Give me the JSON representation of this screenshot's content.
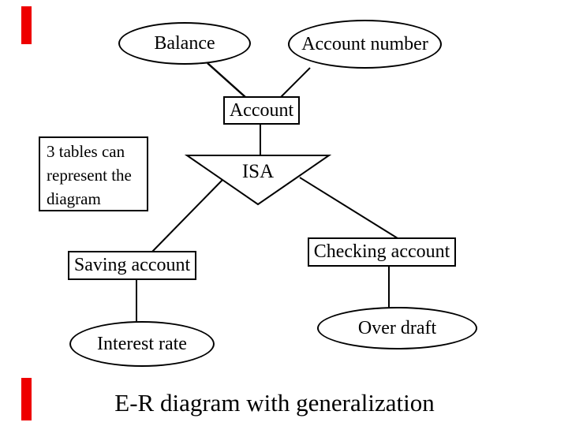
{
  "slide": {
    "title": "E-R diagram with generalization",
    "accent_color": "#ee0000",
    "note_box": {
      "text": "3 tables can represent the diagram",
      "lines": [
        "3 tables can",
        "represent the",
        "diagram"
      ]
    },
    "nodes": {
      "balance": {
        "label": "Balance",
        "shape": "ellipse",
        "role": "attribute"
      },
      "account_number": {
        "label": "Account number",
        "shape": "ellipse",
        "role": "attribute"
      },
      "account": {
        "label": "Account",
        "shape": "rectangle",
        "role": "entity"
      },
      "isa": {
        "label": "ISA",
        "shape": "triangle",
        "role": "generalization"
      },
      "saving_account": {
        "label": "Saving account",
        "shape": "rectangle",
        "role": "entity"
      },
      "checking_account": {
        "label": "Checking account",
        "shape": "rectangle",
        "role": "entity"
      },
      "interest_rate": {
        "label": "Interest rate",
        "shape": "ellipse",
        "role": "attribute"
      },
      "over_draft": {
        "label": "Over draft",
        "shape": "ellipse",
        "role": "attribute"
      }
    },
    "edges": [
      {
        "from": "balance",
        "to": "account"
      },
      {
        "from": "account_number",
        "to": "account"
      },
      {
        "from": "account",
        "to": "isa"
      },
      {
        "from": "isa",
        "to": "saving_account"
      },
      {
        "from": "isa",
        "to": "checking_account"
      },
      {
        "from": "saving_account",
        "to": "interest_rate"
      },
      {
        "from": "checking_account",
        "to": "over_draft"
      }
    ]
  }
}
